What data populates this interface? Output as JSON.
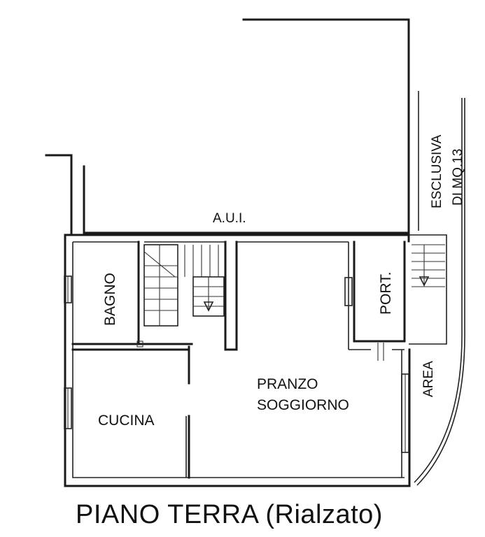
{
  "labels": {
    "aui": "A.U.I.",
    "bagno": "BAGNO",
    "port": "PORT.",
    "cucina": "CUCINA",
    "pranzo": "PRANZO",
    "soggiorno": "SOGGIORNO",
    "area": "AREA",
    "esclusiva": "ESCLUSIVA",
    "di_mq": "DI MQ.13"
  },
  "title": "PIANO TERRA (Rialzato)",
  "colors": {
    "ink": "#1a1a1a",
    "paper": "#ffffff"
  }
}
